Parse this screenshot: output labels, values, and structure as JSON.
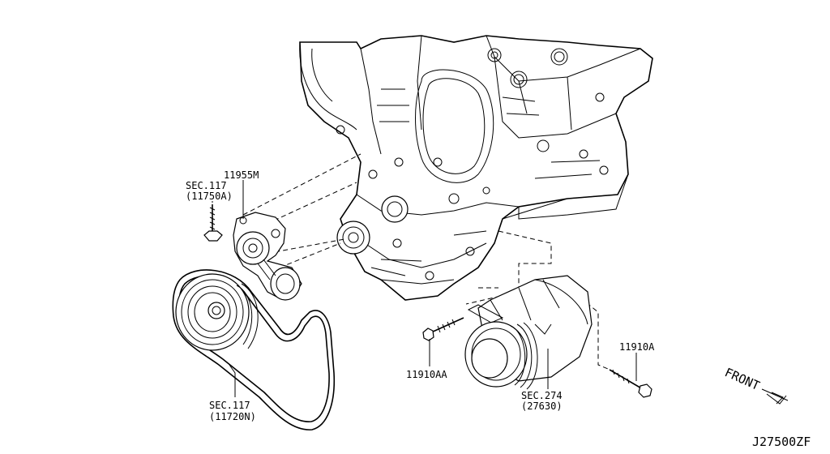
{
  "diagram_id": "J27500ZF",
  "direction": "FRONT",
  "labels": {
    "tensioner_part": "11955M",
    "tensioner_bolt_sec": "SEC.117",
    "tensioner_bolt_ref": "(11750A)",
    "belt_sec": "SEC.117",
    "belt_ref": "(11720N)",
    "bolt_short": "11910AA",
    "bolt_long": "11910A",
    "compressor_sec": "SEC.274",
    "compressor_ref": "(27630)"
  }
}
